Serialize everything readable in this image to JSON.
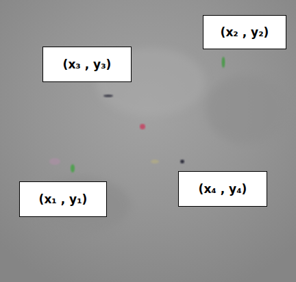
{
  "diagram": {
    "nodes": [
      {
        "text": [
          "(x₂ , y₂)"
        ]
      },
      {
        "text": [
          "(x₃ , y₃)"
        ]
      },
      {
        "text": [
          "(x₁ , y₁)"
        ]
      },
      {
        "text": [
          "(x₄ , y₄)"
        ]
      }
    ]
  }
}
